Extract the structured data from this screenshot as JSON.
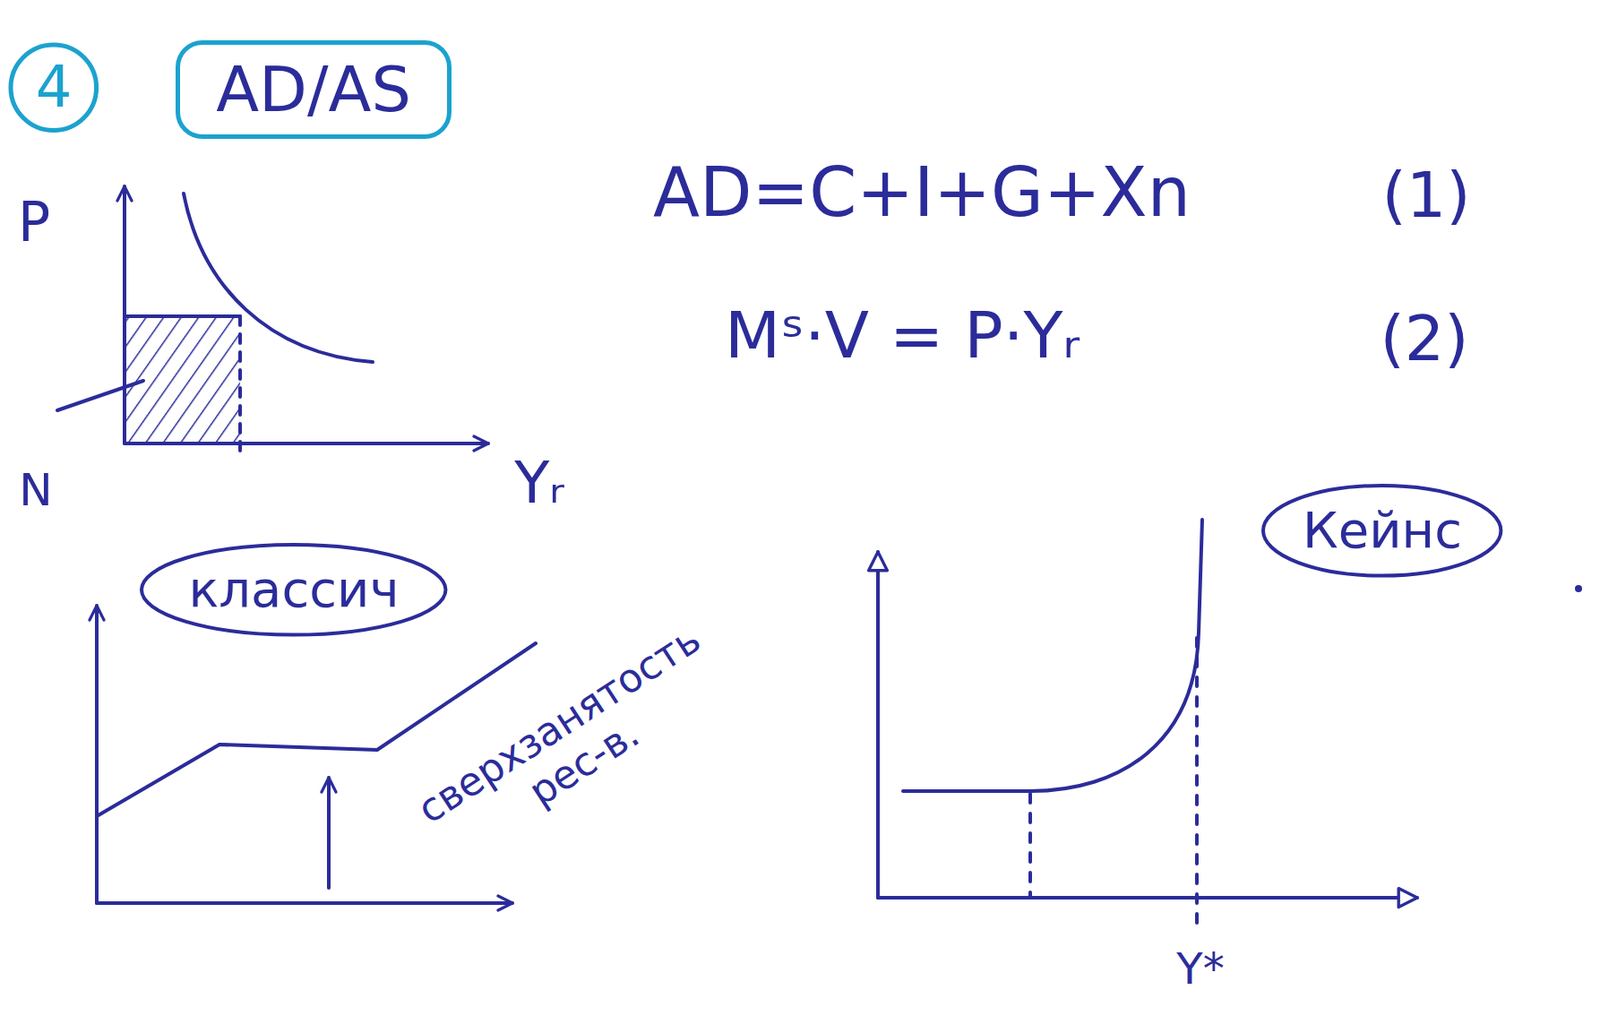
{
  "diagram": {
    "nodes": [
      {
        "text": [
          "4"
        ]
      },
      {
        "text": [
          "AD/AS"
        ]
      },
      {
        "text": [
          "классич"
        ]
      },
      {
        "text": [
          "Кейнс"
        ]
      }
    ],
    "labels": [
      "AD=C+I+G+Xn",
      "(1)",
      "Mˢ·V = P·Yᵣ",
      "(2)",
      "P",
      "Yᵣ",
      "N",
      "сверхзанятость рес-в.",
      "Y*"
    ]
  }
}
